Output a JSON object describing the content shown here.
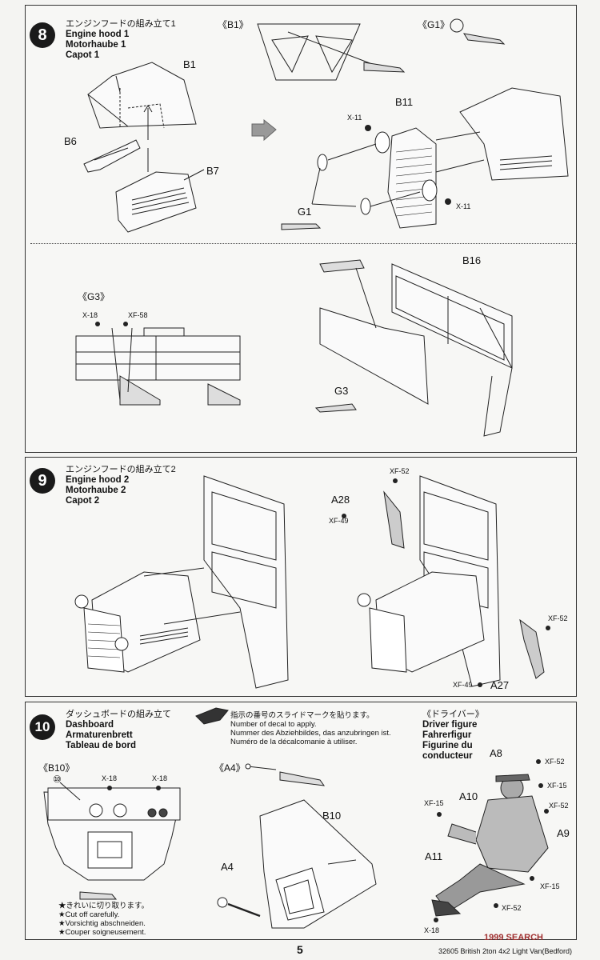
{
  "step8": {
    "number": "8",
    "title_jp": "エンジンフードの組み立て1",
    "title_en": "Engine hood 1",
    "title_de": "Motorhaube 1",
    "title_fr": "Capot 1",
    "sub_b1": "《B1》",
    "sub_g1": "《G1》",
    "sub_g3": "《G3》",
    "parts": {
      "b1": "B1",
      "b6": "B6",
      "b7": "B7",
      "b11": "B11",
      "g1": "G1",
      "x11a": "X-11",
      "x11b": "X-11",
      "b16": "B16",
      "g3": "G3",
      "x18": "X-18",
      "xf58": "XF-58"
    }
  },
  "step9": {
    "number": "9",
    "title_jp": "エンジンフードの組み立て2",
    "title_en": "Engine hood 2",
    "title_de": "Motorhaube 2",
    "title_fr": "Capot 2",
    "parts": {
      "xf52a": "XF-52",
      "a28": "A28",
      "xf49a": "XF-49",
      "xf52b": "XF-52",
      "xf49b": "XF-49",
      "a27": "A27"
    }
  },
  "step10": {
    "number": "10",
    "title_jp": "ダッシュボードの組み立て",
    "title_en": "Dashboard",
    "title_de": "Armaturenbrett",
    "title_fr": "Tableau de bord",
    "decal_jp": "指示の番号のスライドマークを貼ります。",
    "decal_en": "Number of decal to apply.",
    "decal_de": "Nummer des Abziehbildes, das anzubringen ist.",
    "decal_fr": "Numéro de la décalcomanie à utiliser.",
    "sub_b10": "《B10》",
    "decal_no": "⑩",
    "sub_a4": "《A4》",
    "x18a": "X-18",
    "x18b": "X-18",
    "b10": "B10",
    "a4": "A4",
    "notes": [
      "★きれいに切り取ります。",
      "★Cut off carefully.",
      "★Vorsichtig abschneiden.",
      "★Couper soigneusement."
    ],
    "driver_jp": "《ドライバー》",
    "driver_en": "Driver figure",
    "driver_de": "Fahrerfigur",
    "driver_fr1": "Figurine du",
    "driver_fr2": "conducteur",
    "figure_parts": {
      "a8": "A8",
      "xf52a": "XF-52",
      "xf15a": "XF-15",
      "a10": "A10",
      "xf15b": "XF-15",
      "xf52b": "XF-52",
      "a9": "A9",
      "a11": "A11",
      "xf15c": "XF-15",
      "xf52c": "XF-52",
      "x18": "X-18"
    }
  },
  "footer": {
    "code": "32605",
    "title": "British 2ton 4x2 Light Van(Bedford)",
    "page": "5",
    "watermark": "1999 SEARCH"
  }
}
